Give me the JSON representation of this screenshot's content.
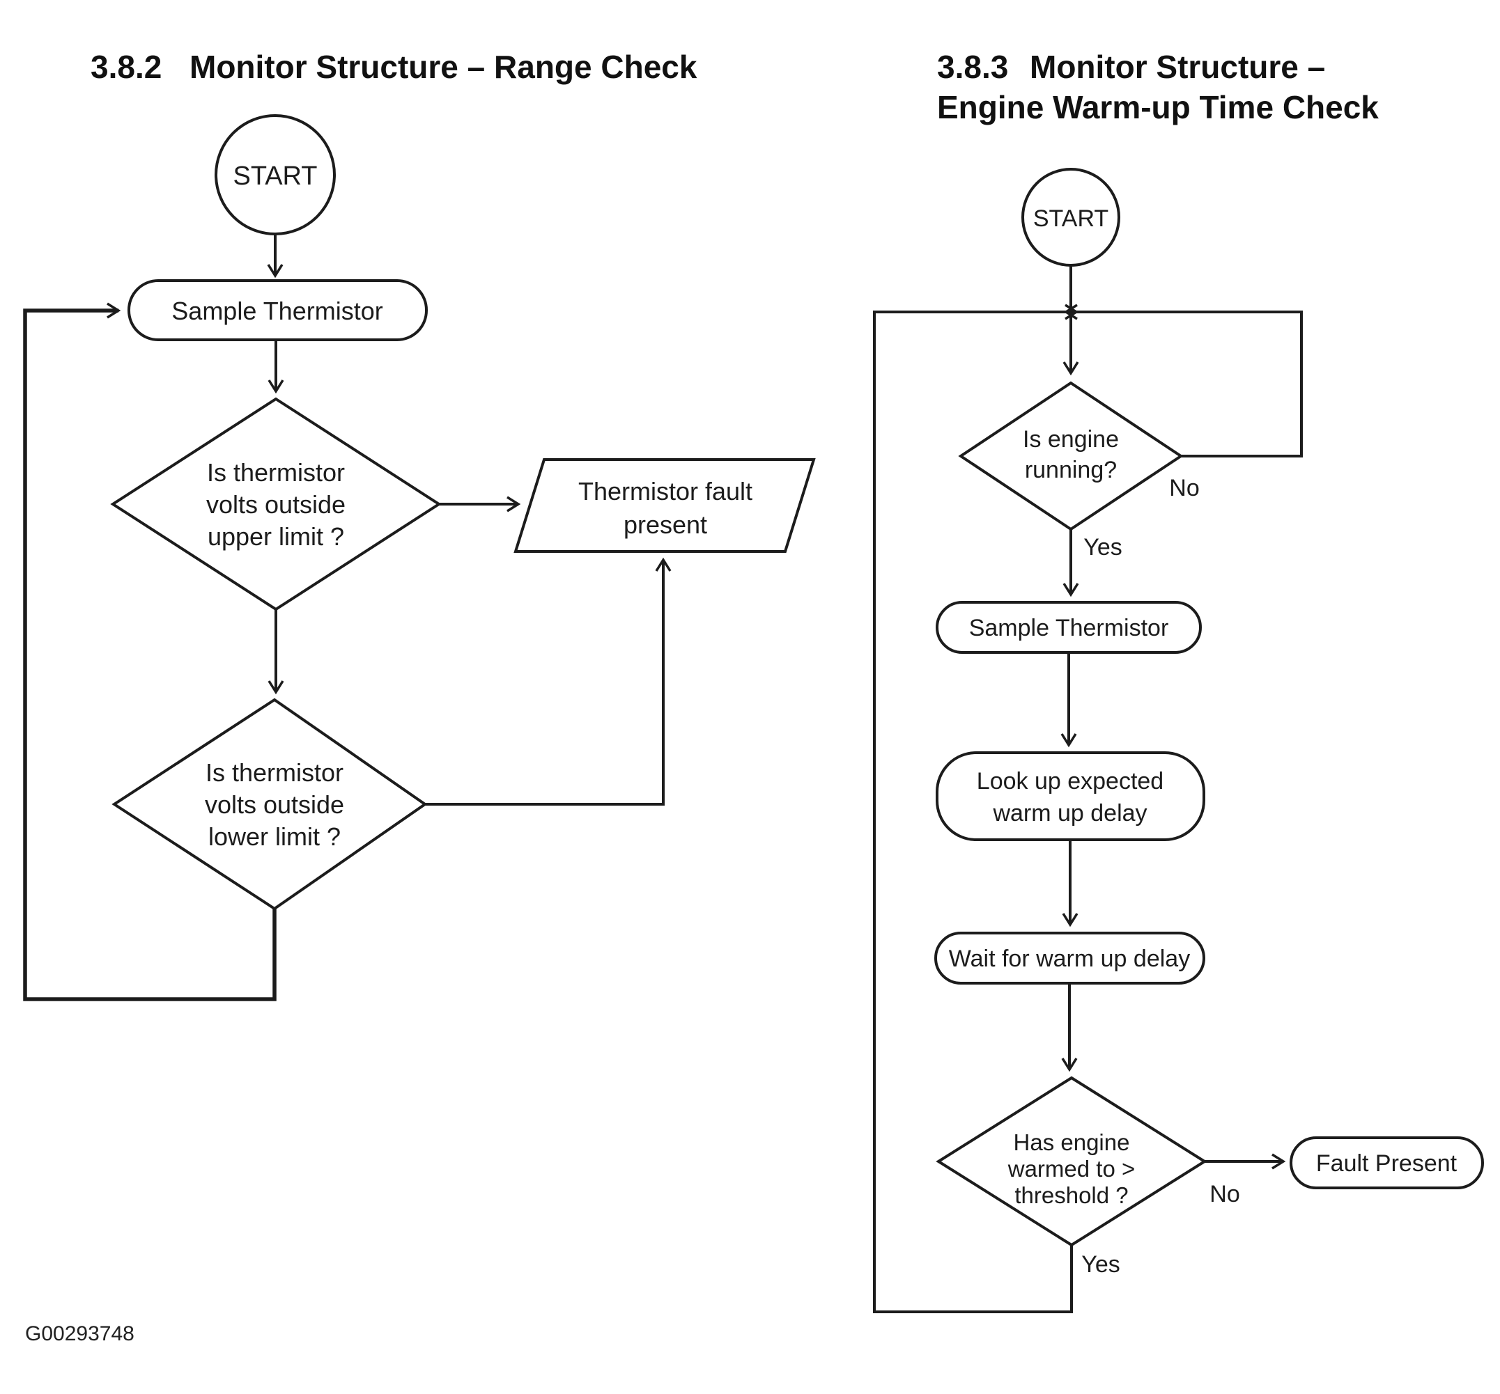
{
  "page": {
    "background": "#ffffff",
    "ink": "#1c1c1c"
  },
  "footer": {
    "figure_id": "G00293748"
  },
  "flowchart_range_check": {
    "section_number": "3.8.2",
    "title": "Monitor Structure – Range Check",
    "nodes": {
      "start": "START",
      "sample_thermistor": "Sample Thermistor",
      "decision_upper": {
        "lines": [
          "Is thermistor",
          "volts outside",
          "upper limit ?"
        ]
      },
      "decision_lower": {
        "lines": [
          "Is thermistor",
          "volts outside",
          "lower limit ?"
        ]
      },
      "fault_output": {
        "lines": [
          "Thermistor fault",
          "present"
        ]
      }
    }
  },
  "flowchart_warmup_check": {
    "section_number": "3.8.3",
    "title_line1": "Monitor Structure –",
    "title_line2": "Engine Warm-up Time Check",
    "nodes": {
      "start": "START",
      "decision_engine_running": {
        "lines": [
          "Is engine",
          "running?"
        ]
      },
      "sample_thermistor": "Sample Thermistor",
      "lookup_delay": {
        "lines": [
          "Look up expected",
          "warm up delay"
        ]
      },
      "wait_delay": "Wait for warm up delay",
      "decision_warmed": {
        "lines": [
          "Has engine",
          "warmed to >",
          "threshold ?"
        ]
      },
      "fault_present": "Fault Present"
    },
    "edge_labels": {
      "engine_running_no": "No",
      "engine_running_yes": "Yes",
      "warmed_no": "No",
      "warmed_yes": "Yes"
    }
  }
}
